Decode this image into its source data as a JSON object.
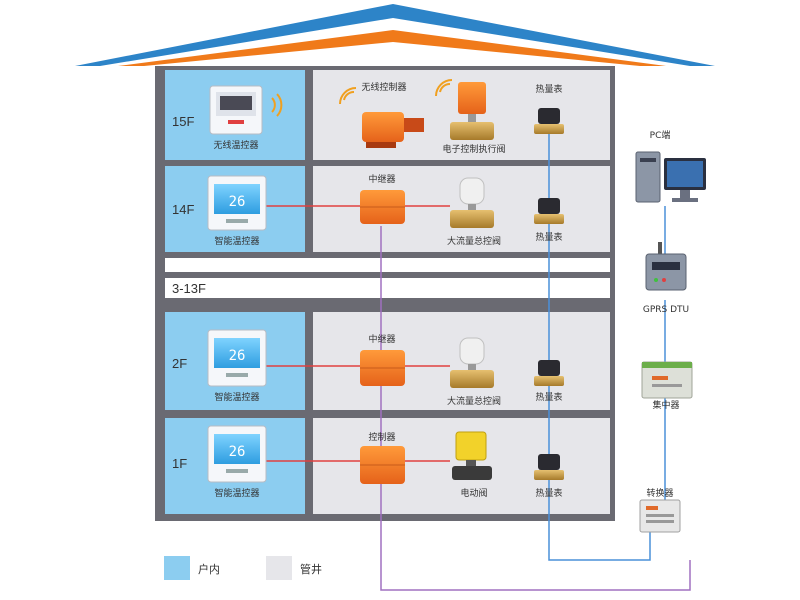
{
  "floors": [
    {
      "id": "15F",
      "label": "15F",
      "device_label": "无线温控器",
      "controller_label": "无线控制器",
      "valve_label": "电子控制执行阀",
      "meter_label": "热量表"
    },
    {
      "id": "14F",
      "label": "14F",
      "device_label": "智能温控器",
      "controller_label": "中继器",
      "valve_label": "大流量总控阀",
      "meter_label": "热量表"
    },
    {
      "id": "3-13F",
      "label": "3-13F"
    },
    {
      "id": "2F",
      "label": "2F",
      "device_label": "智能温控器",
      "controller_label": "中继器",
      "valve_label": "大流量总控阀",
      "meter_label": "热量表"
    },
    {
      "id": "1F",
      "label": "1F",
      "device_label": "智能温控器",
      "controller_label": "控制器",
      "valve_label": "电动阀",
      "meter_label": "热量表"
    }
  ],
  "thermostat_display": "26",
  "right_side": {
    "pc_label": "PC端",
    "gprs_label": "GPRS DTU",
    "concentrator_label": "集中器",
    "converter_label": "转换器"
  },
  "legend": {
    "indoor_label": "户内",
    "indoor_color": "#8ccdf0",
    "pipe_label": "管井",
    "pipe_color": "#e6e6ea"
  },
  "colors": {
    "roof_blue": "#2d84c8",
    "roof_orange": "#f07a1a",
    "wire_red": "#e04040",
    "bus_purple": "#a070c0",
    "pipe_blue": "#4a90d9"
  }
}
